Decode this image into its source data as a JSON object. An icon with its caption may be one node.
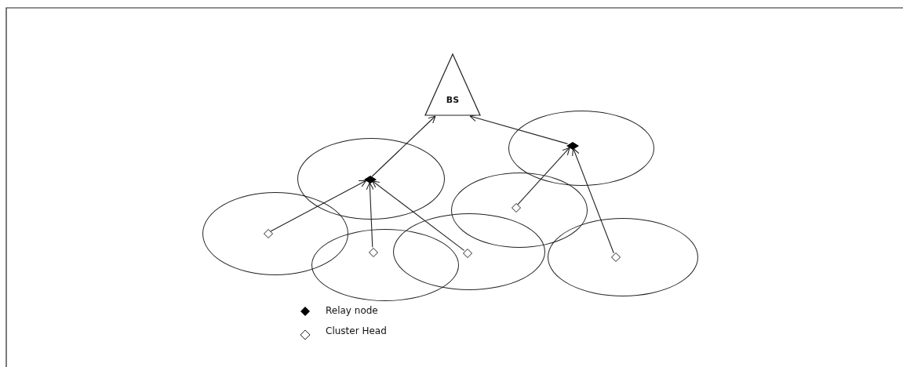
{
  "diagram": {
    "nodes": [
      {
        "text": [
          "BS"
        ]
      },
      {
        "text": [],
        "shape": "circle"
      },
      {
        "text": [],
        "shape": "diamond",
        "in": 1
      },
      {
        "text": [],
        "shape": "circle"
      },
      {
        "text": [],
        "shape": "diamond",
        "in": 3
      },
      {
        "text": [],
        "shape": "circle"
      },
      {
        "text": [],
        "shape": "diamond",
        "in": 5
      },
      {
        "text": [],
        "shape": "circle"
      },
      {
        "text": [],
        "shape": "diamond",
        "in": 7
      },
      {
        "text": [],
        "shape": "circle"
      },
      {
        "text": [],
        "shape": "diamond",
        "in": 9
      },
      {
        "text": [],
        "shape": "circle"
      },
      {
        "text": [],
        "shape": "diamond",
        "in": 11
      },
      {
        "text": [],
        "shape": "circle"
      },
      {
        "text": [],
        "shape": "diamond",
        "in": 13
      }
    ],
    "edges": [
      {
        "from": 8,
        "to": 4,
        "arrow": "to"
      },
      {
        "from": 12,
        "to": 4,
        "arrow": "to"
      },
      {
        "from": 10,
        "to": 4,
        "arrow": "to"
      },
      {
        "from": 4,
        "to": 0,
        "arrow": "to"
      },
      {
        "from": 6,
        "to": 2,
        "arrow": "to"
      },
      {
        "from": 14,
        "to": 2,
        "arrow": "to"
      },
      {
        "from": 2,
        "to": 0,
        "arrow": "to"
      }
    ],
    "legend": [
      {
        "text": "Relay node"
      },
      {
        "text": "Cluster Head"
      }
    ]
  }
}
